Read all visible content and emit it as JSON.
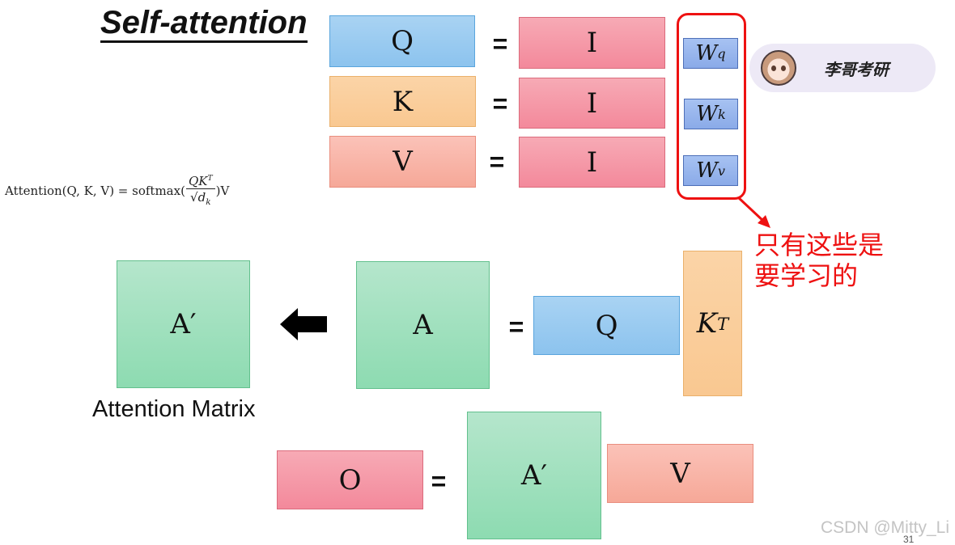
{
  "title": "Self-attention",
  "formula": {
    "lhs": "Attention(Q, K, V) = softmax(",
    "numerator": "QK",
    "numerator_sup": "T",
    "denominator": "√d",
    "denominator_sub": "k",
    "rhs": ")V"
  },
  "top_rows": [
    {
      "left": "Q",
      "eq": "=",
      "right": "I",
      "weight": "W",
      "weight_sup": "q"
    },
    {
      "left": "K",
      "eq": "=",
      "right": "I",
      "weight": "W",
      "weight_sup": "k"
    },
    {
      "left": "V",
      "eq": "=",
      "right": "I",
      "weight": "W",
      "weight_sup": "v"
    }
  ],
  "annotation": {
    "line1": "只有这些是",
    "line2": "要学习的"
  },
  "watermark_badge": {
    "text": "李哥考研"
  },
  "middle": {
    "a_prime": "A′",
    "a": "A",
    "eq": "=",
    "q": "Q",
    "kt": "K",
    "kt_sup": "T",
    "caption": "Attention Matrix"
  },
  "bottom": {
    "o": "O",
    "eq": "=",
    "a_prime": "A′",
    "v": "V"
  },
  "footer": {
    "credit": "CSDN @Mitty_Li",
    "page_number": "31"
  },
  "colors": {
    "blue": "#a9d3f3",
    "orange": "#fbd4a7",
    "salmon": "#fbc2b8",
    "pink": "#f7aab5",
    "green": "#b5e6cc",
    "weight": "#a7c2f2",
    "highlight": "#ee1111"
  }
}
